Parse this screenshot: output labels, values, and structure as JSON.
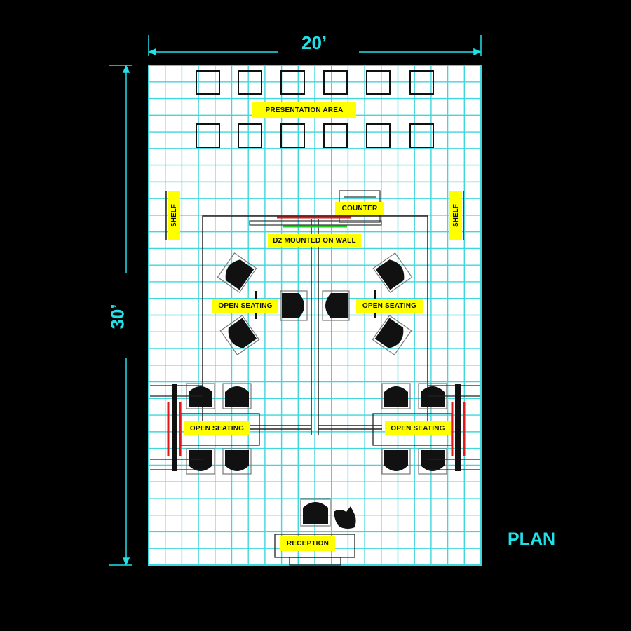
{
  "dimensions": {
    "width_label": "20’",
    "depth_label": "30’"
  },
  "title": "PLAN",
  "labels": {
    "presentation_area": "PRESENTATION AREA",
    "counter": "COUNTER",
    "shelf_left": "SHELF",
    "shelf_right": "SHELF",
    "d2_mounted": "D2 MOUNTED ON WALL",
    "open_seating_upper_left": "OPEN SEATING",
    "open_seating_upper_right": "OPEN SEATING",
    "open_seating_lower_left": "OPEN SEATING",
    "open_seating_lower_right": "OPEN SEATING",
    "reception": "RECEPTION"
  },
  "colors": {
    "grid": "#3fd6dc",
    "dimension": "#22e0e8",
    "label_bg": "#ffff00",
    "wall_red": "#e01818",
    "wall_green": "#22cc22"
  }
}
